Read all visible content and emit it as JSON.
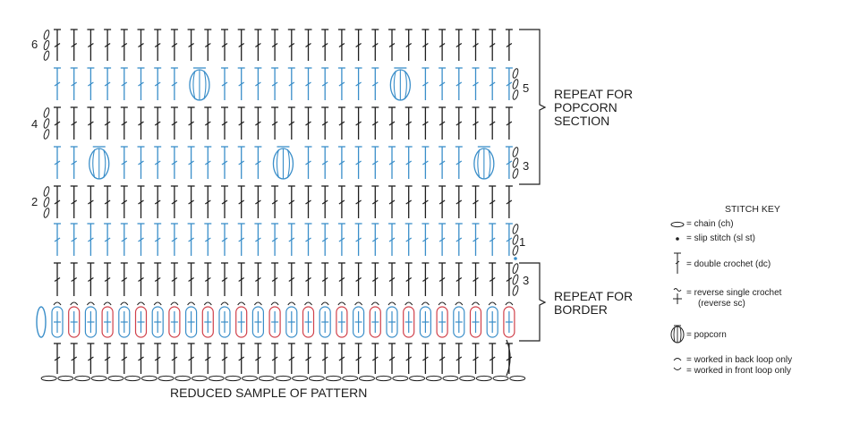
{
  "row_numbers": {
    "r1": "1",
    "r2": "2",
    "r3": "3",
    "r4": "4",
    "r5": "5",
    "r6": "6",
    "border_row": "3"
  },
  "repeat_popcorn": {
    "line1": "REPEAT FOR",
    "line2": "POPCORN",
    "line3": "SECTION"
  },
  "repeat_border": {
    "line1": "REPEAT FOR",
    "line2": "BORDER"
  },
  "caption": "REDUCED SAMPLE OF PATTERN",
  "stitch_key": {
    "title": "STITCH KEY",
    "items": [
      {
        "icon": "chain-icon",
        "text": "= chain (ch)"
      },
      {
        "icon": "slip-stitch-icon",
        "text": "= slip stitch (sl st)"
      },
      {
        "icon": "double-crochet-icon",
        "text": "= double crochet (dc)"
      },
      {
        "icon": "reverse-sc-icon",
        "text": "= reverse single crochet",
        "text2": "(reverse sc)"
      },
      {
        "icon": "popcorn-icon",
        "text": "= popcorn"
      },
      {
        "icon": "back-loop-icon",
        "text": "= worked in back loop only"
      },
      {
        "icon": "front-loop-icon",
        "text": "= worked in front loop only"
      }
    ]
  },
  "colors": {
    "black_rows": "#1e1e1e",
    "blue_rows": "#3a8ec9",
    "red_loops": "#d0404a"
  }
}
